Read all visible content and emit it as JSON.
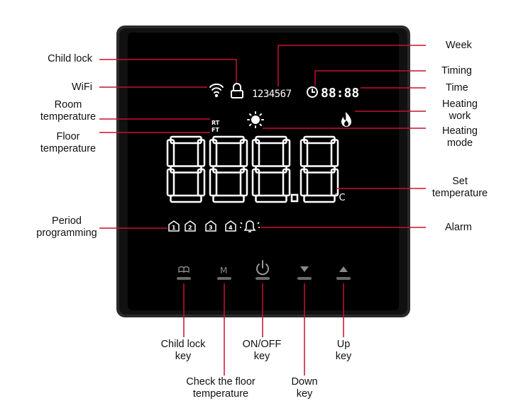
{
  "labels": {
    "child_lock": "Child lock",
    "wifi": "WiFi",
    "room_temperature": [
      "Room",
      "temperature"
    ],
    "floor_temperature": [
      "Floor",
      "temperature"
    ],
    "period_programming": [
      "Period",
      "programming"
    ],
    "week": "Week",
    "timing": "Timing",
    "time": "Time",
    "heating_work": [
      "Heating",
      "work"
    ],
    "heating_mode": [
      "Heating",
      "mode"
    ],
    "set_temperature": [
      "Set",
      "temperature"
    ],
    "alarm": "Alarm",
    "child_lock_key": [
      "Child lock",
      "key"
    ],
    "check_floor_temperature": [
      "Check the floor",
      "temperature"
    ],
    "on_off_key": [
      "ON/OFF",
      "key"
    ],
    "down_key": [
      "Down",
      "key"
    ],
    "up_key": [
      "Up",
      "key"
    ]
  },
  "display": {
    "week_digits": "1234567",
    "time_digits": "88:88",
    "rt": "RT",
    "ft": "FT",
    "temp_digits": "888.8",
    "unit": "°C",
    "m_key": "M",
    "periods": [
      "1",
      "2",
      "3",
      "4"
    ]
  },
  "colors": {
    "leader": "#c8102e",
    "screen": "#000000",
    "segment": "#ffffff",
    "key_bar": "#6a6a6a"
  }
}
